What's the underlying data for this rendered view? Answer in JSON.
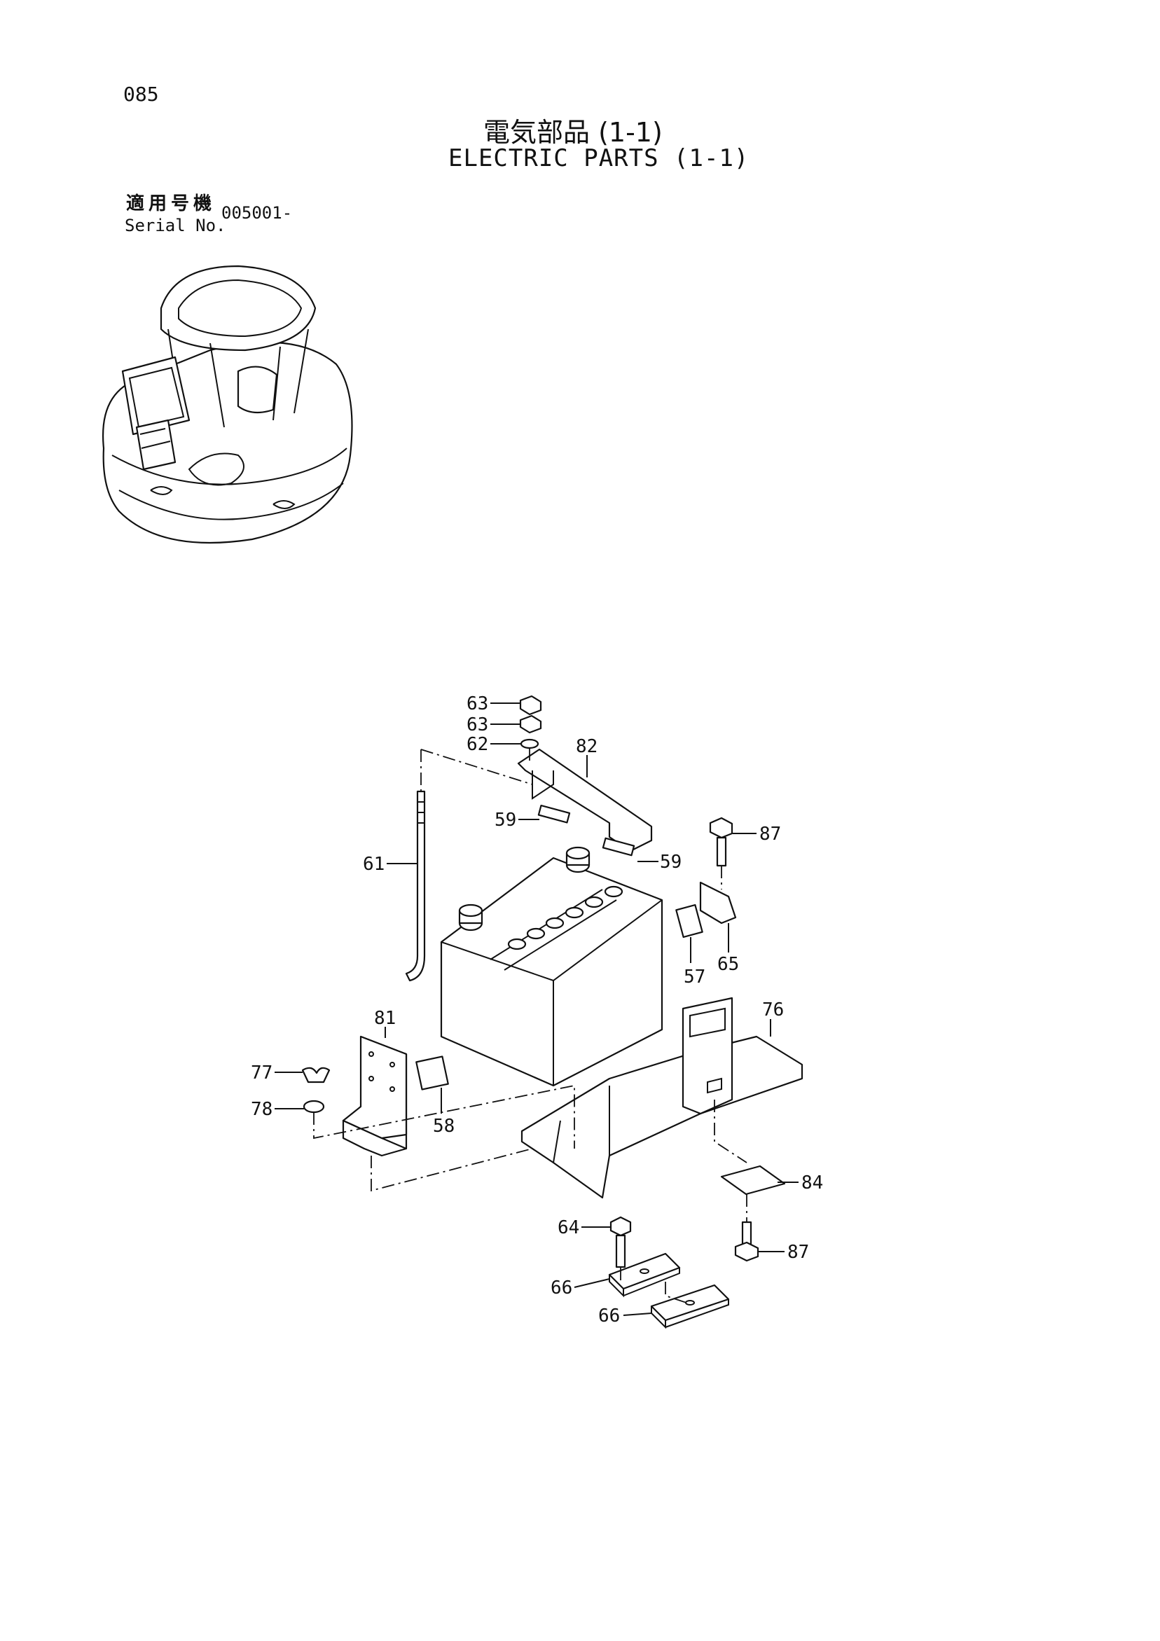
{
  "page": {
    "number": "085"
  },
  "title": {
    "ja": "電気部品 (1-1)",
    "en": "ELECTRIC PARTS (1-1)"
  },
  "serial": {
    "label_ja": "適用号機",
    "label_en": "Serial No.",
    "value": "005001-"
  },
  "callouts": [
    "63",
    "63",
    "62",
    "82",
    "59",
    "59",
    "87",
    "61",
    "57",
    "65",
    "76",
    "81",
    "77",
    "78",
    "58",
    "84",
    "64",
    "87",
    "66",
    "66"
  ]
}
